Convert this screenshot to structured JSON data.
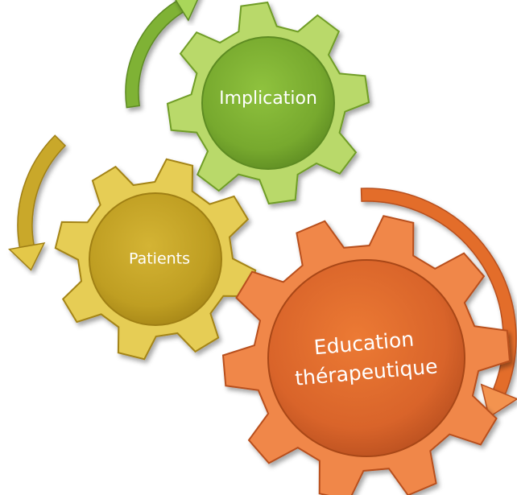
{
  "gears": [
    {
      "id": "implication",
      "lines": [
        "Implication"
      ],
      "color": "#8cbf3a"
    },
    {
      "id": "patients",
      "lines": [
        "Patients"
      ],
      "color": "#d1b02e"
    },
    {
      "id": "education",
      "lines": [
        "Education",
        "thérapeutique"
      ],
      "color": "#e8722e"
    }
  ],
  "arrows": [
    {
      "id": "green-arrow",
      "color": "#8cbf3a"
    },
    {
      "id": "yellow-arrow",
      "color": "#d1b02e"
    },
    {
      "id": "orange-arrow",
      "color": "#e8722e"
    }
  ]
}
